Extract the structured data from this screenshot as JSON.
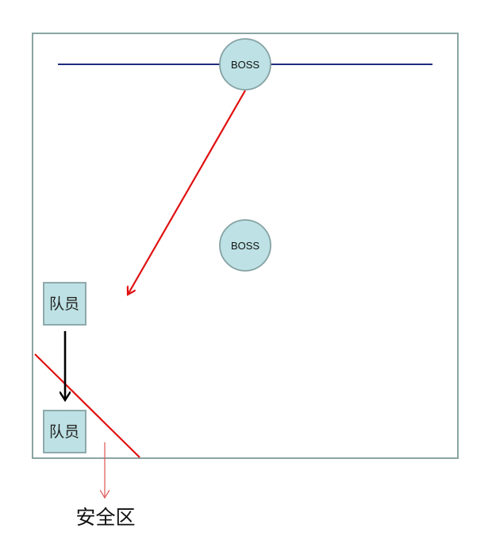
{
  "boss": {
    "label": "BOSS"
  },
  "member": {
    "label": "队员"
  },
  "safe_zone": {
    "label": "安全区"
  },
  "colors": {
    "arena_border": "#8aa5a2",
    "node_fill": "#bde1e4",
    "node_stroke": "#86a2a4",
    "boss_line": "#1f2d7e",
    "arrow_red": "#e01010",
    "arrow_black": "#000000",
    "safe_arrow": "#e06060"
  }
}
